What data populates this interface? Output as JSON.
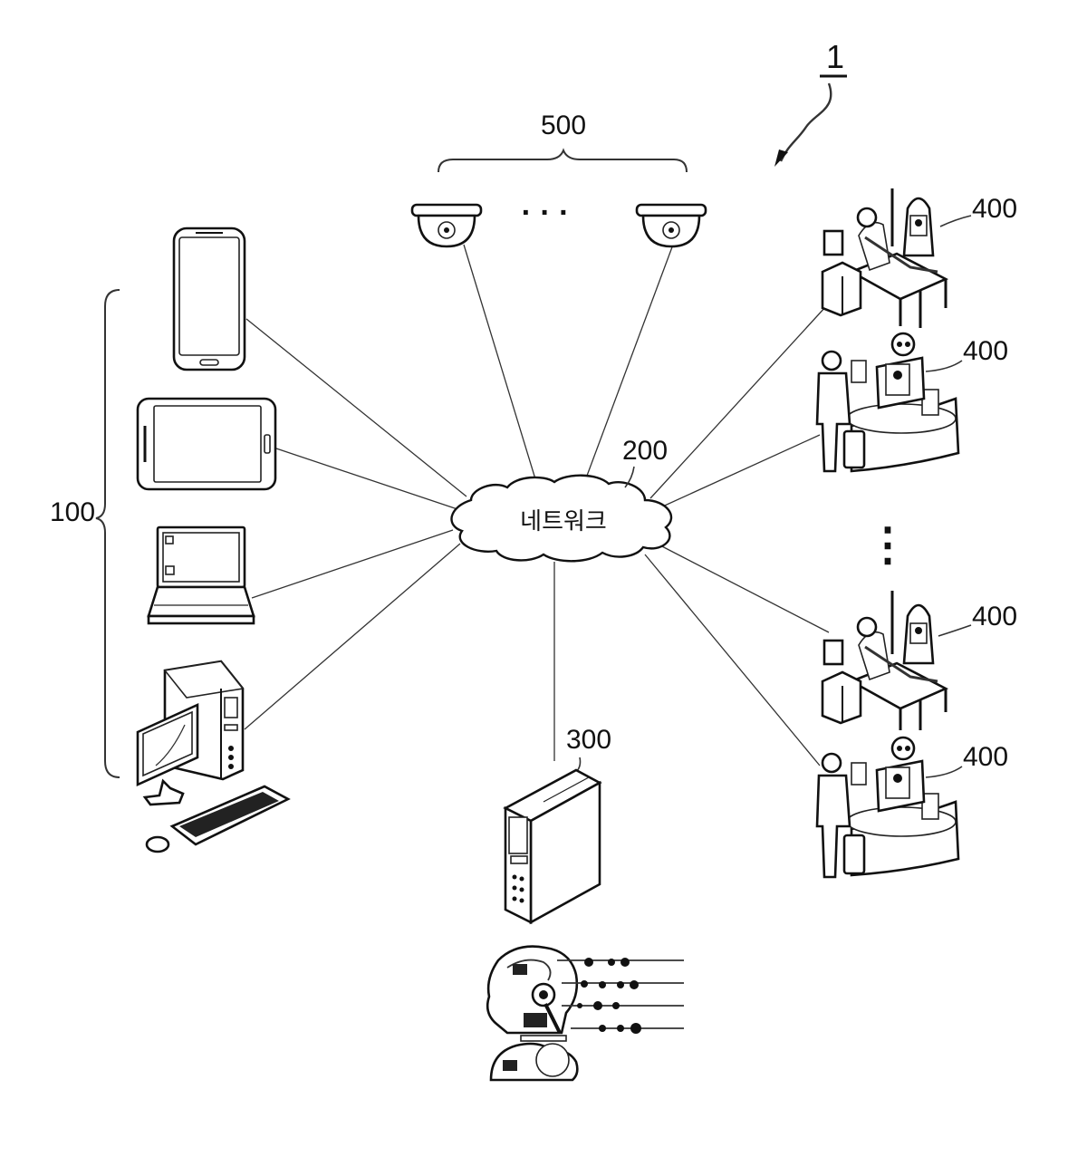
{
  "figure_number": "1",
  "labels": {
    "client_group": "100",
    "network": "200",
    "server": "300",
    "robot_1": "400",
    "robot_2": "400",
    "robot_3": "400",
    "robot_4": "400",
    "camera_group": "500"
  },
  "network_text": "네트워크",
  "camera_ellipsis": "· · ·",
  "robot_ellipsis": "⋮"
}
